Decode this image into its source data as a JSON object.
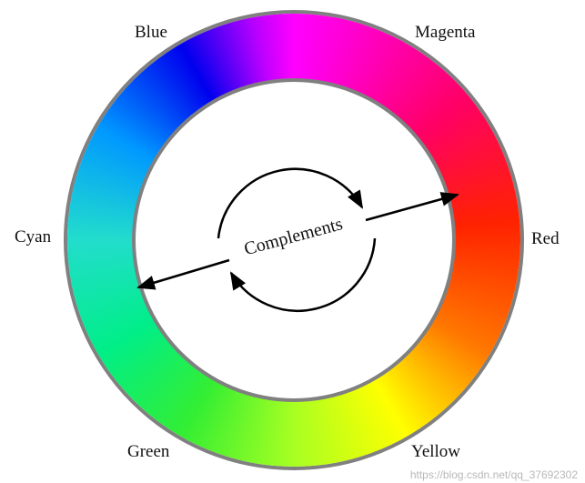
{
  "labels": {
    "blue": "Blue",
    "magenta": "Magenta",
    "cyan": "Cyan",
    "red": "Red",
    "green": "Green",
    "yellow": "Yellow",
    "complements": "Complements"
  },
  "watermark": "https://blog.csdn.net/qq_37692302",
  "colors": {
    "ring_border": "#808080",
    "arrow": "#000000",
    "background": "#ffffff"
  }
}
